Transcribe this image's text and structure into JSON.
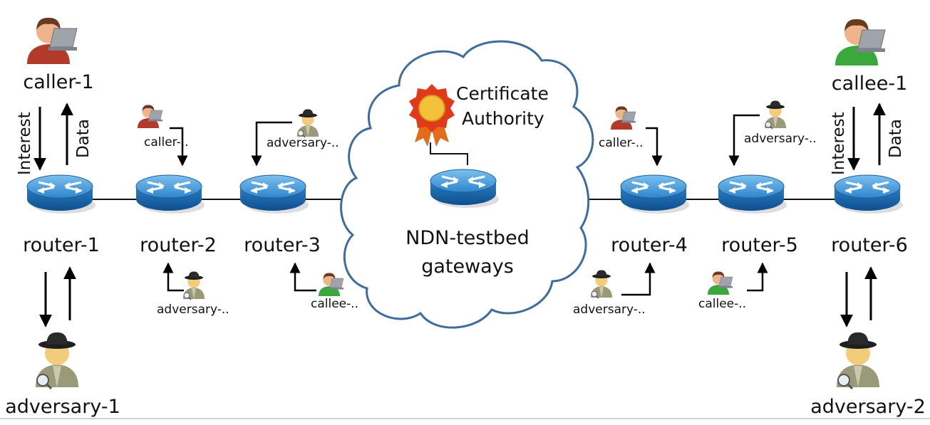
{
  "labels": {
    "caller_1": "caller-1",
    "callee_1": "callee-1",
    "adversary_1": "adversary-1",
    "adversary_2": "adversary-2",
    "router_1": "router-1",
    "router_2": "router-2",
    "router_3": "router-3",
    "router_4": "router-4",
    "router_5": "router-5",
    "router_6": "router-6",
    "small_caller_2": "caller-..",
    "small_adv_r2": "adversary-..",
    "small_adv_r3": "adversary-..",
    "small_callee_r3": "callee-..",
    "small_caller_r4": "caller-..",
    "small_adv_r4": "adversary-..",
    "small_adv_r5": "adversary-..",
    "small_callee_r5": "callee-..",
    "ca_line1": "Certificate",
    "ca_line2": "Authority",
    "gw_line1": "NDN-testbed",
    "gw_line2": "gateways",
    "interest_left": "Interest",
    "data_left": "Data",
    "interest_right": "Interest",
    "data_right": "Data"
  },
  "colors": {
    "router_body": "#2b7fc4",
    "router_top": "#4fa3e0",
    "cloud_stroke": "#3d6d9e",
    "caller_shirt": "#b23a2a",
    "callee_shirt": "#3aa83a",
    "adversary_coat": "#9a9a78",
    "ribbon": "#e03a1a",
    "medal": "#f3c23a"
  },
  "icons": {
    "router": "router-icon",
    "caller": "caller-icon",
    "callee": "callee-icon",
    "adversary": "adversary-icon",
    "certificate": "certificate-icon"
  }
}
